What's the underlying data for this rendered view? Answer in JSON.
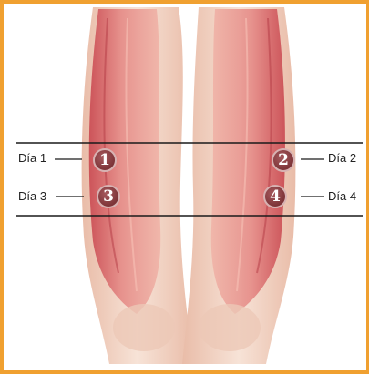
{
  "markers": [
    {
      "id": "1",
      "label": "Día 1"
    },
    {
      "id": "2",
      "label": "Día 2"
    },
    {
      "id": "3",
      "label": "Día 3"
    },
    {
      "id": "4",
      "label": "Día 4"
    }
  ],
  "colors": {
    "frame": "#f0a030",
    "skin": "#f3d6c6",
    "muscle": "#d96a6c",
    "marker": "#7d3438",
    "guide_line": "#1a1a1a"
  }
}
